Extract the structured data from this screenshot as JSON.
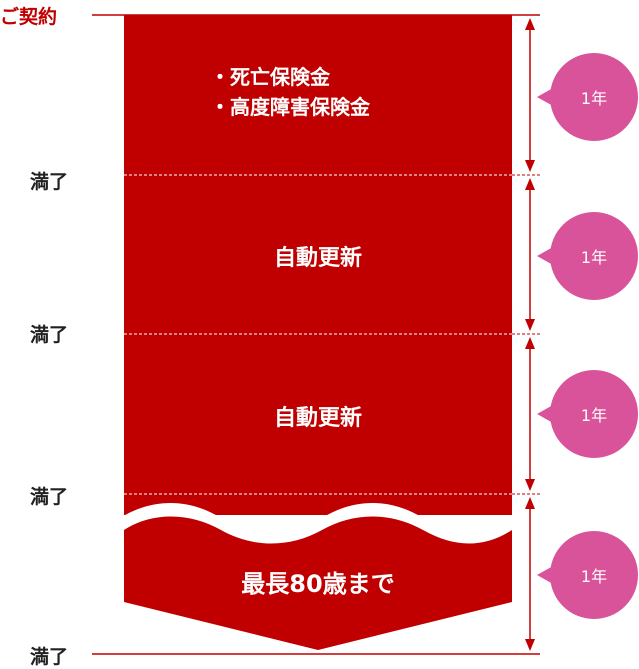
{
  "start_label": "ご契約",
  "end_label": "満了",
  "coverage": {
    "items": [
      "・死亡保険金",
      "・高度障害保険金"
    ]
  },
  "renewals": [
    "自動更新",
    "自動更新"
  ],
  "final_label": "最長80歳まで",
  "term_labels": [
    "1年",
    "1年",
    "1年",
    "1年"
  ],
  "colors": {
    "band": "#c00000",
    "circle": "#d9539a",
    "label_text": "#222222",
    "accent_text": "#c00000"
  }
}
